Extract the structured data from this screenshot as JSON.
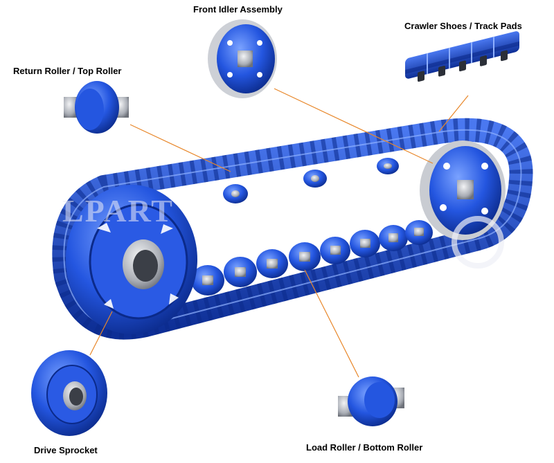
{
  "labels": {
    "front_idler": "Front Idler Assembly",
    "crawler_shoes": "Crawler Shoes / Track Pads",
    "return_roller": "Return Roller / Top Roller",
    "drive_sprocket": "Drive Sprocket",
    "load_roller": "Load Roller / Bottom Roller"
  },
  "watermark": "LPART",
  "colors": {
    "track_blue": "#1f4fd6",
    "track_dark": "#0b2a8a",
    "track_light": "#5f8df0",
    "metal": "#b8bcc4",
    "leader_line": "#e8872a"
  }
}
